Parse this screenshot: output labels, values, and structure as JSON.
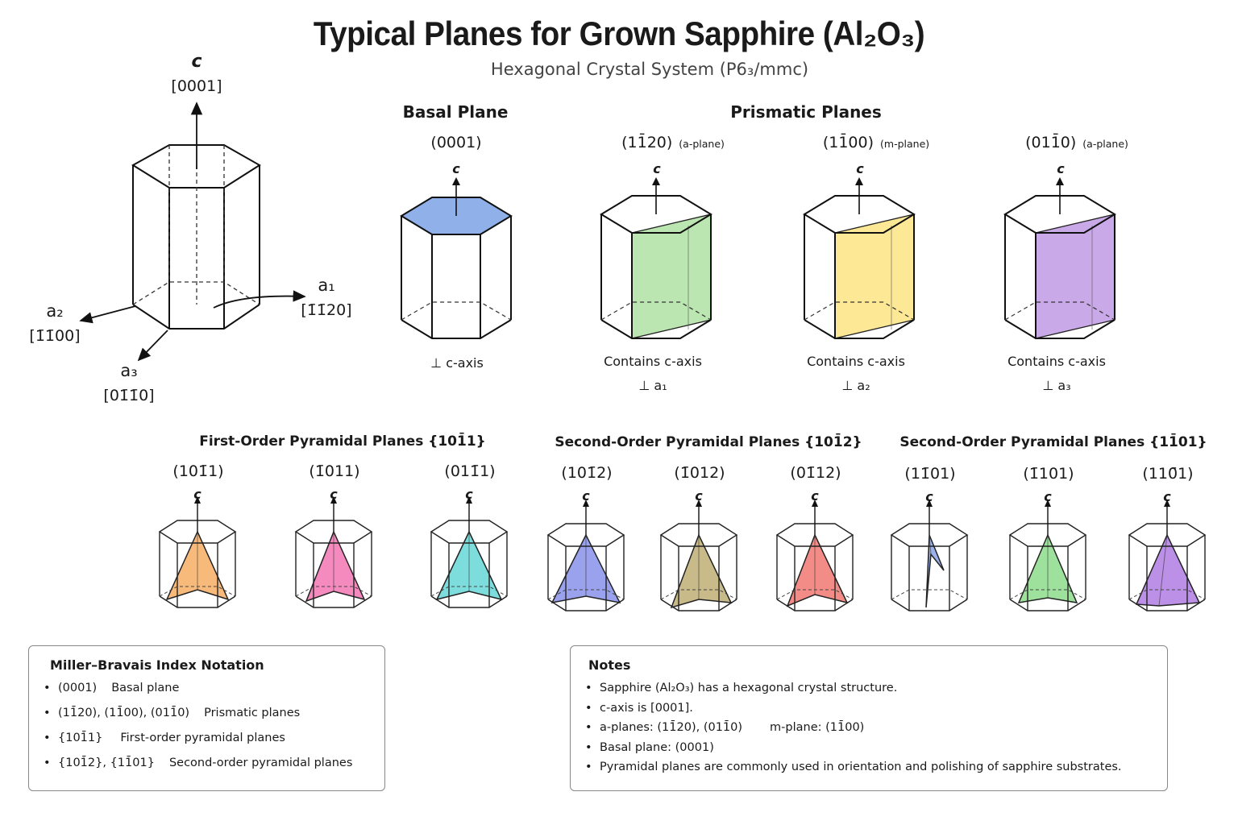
{
  "title": "Typical Planes for Grown Sapphire (Al₂O₃)",
  "subtitle": "Hexagonal Crystal System  (P6₃/mmc)",
  "axes": {
    "c_label": "c",
    "c_dir": "[0001]",
    "a1_label": "a₁",
    "a1_dir": "[1̄1̄20]",
    "a2_label": "a₂",
    "a2_dir": "[1̄1̄00]",
    "a3_label": "a₃",
    "a3_dir": "[01̄1̄0]"
  },
  "basal": {
    "heading": "Basal Plane",
    "index": "(0001)",
    "c_label": "c",
    "caption": "⊥ c-axis",
    "color": "#8fb0e8"
  },
  "prismatic": {
    "heading": "Prismatic Planes",
    "planes": [
      {
        "index": "(11̄20)",
        "note": "(a-plane)",
        "c_label": "c",
        "caption1": "Contains c-axis",
        "caption2": "⊥ a₁",
        "color": "#b5e3a9"
      },
      {
        "index": "(11̄00)",
        "note": "(m-plane)",
        "c_label": "c",
        "caption1": "Contains c-axis",
        "caption2": "⊥ a₂",
        "color": "#fde68a"
      },
      {
        "index": "(011̄0)",
        "note": "(a-plane)",
        "c_label": "c",
        "caption1": "Contains c-axis",
        "caption2": "⊥ a₃",
        "color": "#c4a0e6"
      }
    ]
  },
  "pyramidal": {
    "group1": "First-Order Pyramidal Planes {101̄1}",
    "group2": "Second-Order Pyramidal Planes {101̄2}",
    "group3": "Second-Order Pyramidal Planes {11̄01}",
    "planes": [
      {
        "index": "(101̄1)",
        "c_label": "c",
        "color": "#f6b36b"
      },
      {
        "index": "(1̄011)",
        "c_label": "c",
        "color": "#f47db8"
      },
      {
        "index": "(011̄1)",
        "c_label": "c",
        "color": "#6fd8d8"
      },
      {
        "index": "(101̄2)",
        "c_label": "c",
        "color": "#8f98ec"
      },
      {
        "index": "(1̄012)",
        "c_label": "c",
        "color": "#c2b27c"
      },
      {
        "index": "(01̄12)",
        "c_label": "c",
        "color": "#f2807a"
      },
      {
        "index": "(11̄01)",
        "c_label": "c",
        "color": "#8fa8ea"
      },
      {
        "index": "(1̄101)",
        "c_label": "c",
        "color": "#94de92"
      },
      {
        "index": "(110̄1)",
        "c_label": "c",
        "color": "#b584e4"
      }
    ]
  },
  "notation": {
    "heading": "Miller–Bravais Index Notation",
    "items": [
      {
        "index": "(0001)",
        "desc": "Basal plane"
      },
      {
        "index": "(11̄20), (11̄00), (011̄0)",
        "desc": "Prismatic planes"
      },
      {
        "index": "{101̄1}",
        "desc": "First-order pyramidal planes"
      },
      {
        "index": "{101̄2},  {11̄01}",
        "desc": "Second-order pyramidal planes"
      }
    ]
  },
  "notes": {
    "heading": "Notes",
    "items": [
      "Sapphire (Al₂O₃) has a hexagonal crystal structure.",
      "c-axis is [0001].",
      "a-planes: (11̄20), (011̄0)",
      "m-plane: (11̄00)",
      "Basal plane: (0001)",
      "Pyramidal planes are commonly used in orientation and polishing of sapphire substrates."
    ]
  }
}
